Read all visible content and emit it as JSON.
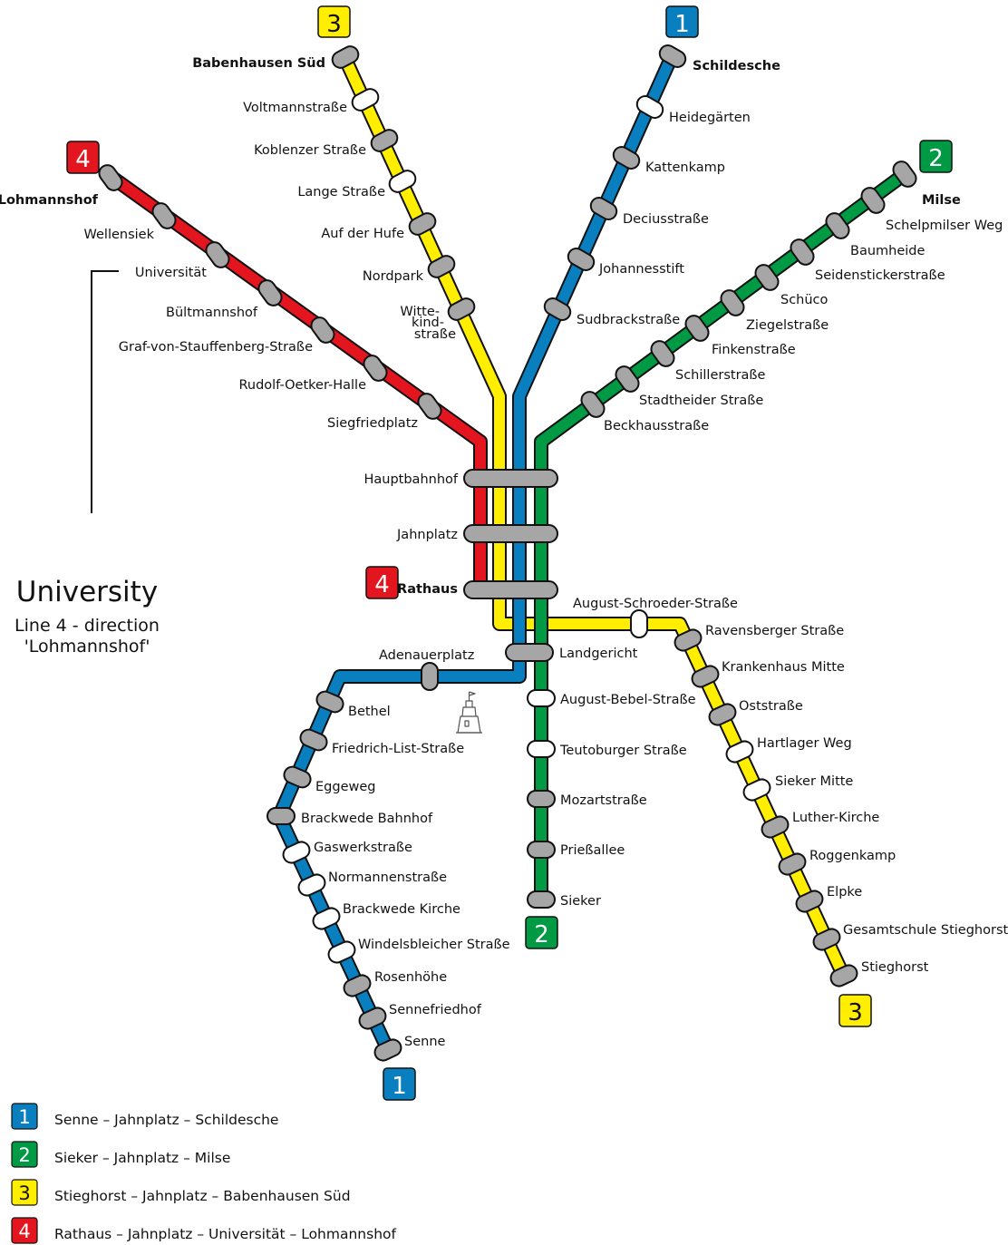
{
  "colors": {
    "line1": "#0a7fbf",
    "line2": "#009a44",
    "line3": "#ffee00",
    "line4": "#e3151f",
    "stop_fill": "#a6a6a6",
    "request_stop_fill": "#ffffff"
  },
  "badges": {
    "line1": "1",
    "line2": "2",
    "line3": "3",
    "line4": "4"
  },
  "stations": {
    "babenhausen_sued": "Babenhausen Süd",
    "voltmannstrasse": "Voltmannstraße",
    "koblenzer_strasse": "Koblenzer Straße",
    "lange_strasse": "Lange Straße",
    "auf_der_hufe": "Auf der Hufe",
    "nordpark": "Nordpark",
    "wittekindstrasse_1": "Witte-",
    "wittekindstrasse_2": "kind-",
    "wittekindstrasse_3": "straße",
    "schildesche": "Schildesche",
    "heidegaerten": "Heidegärten",
    "kattenkamp": "Kattenkamp",
    "deciusstrasse": "Deciusstraße",
    "johannesstift": "Johannesstift",
    "sudbrackstrasse": "Sudbrackstraße",
    "milse": "Milse",
    "schelpmilser_weg": "Schelpmilser Weg",
    "baumheide": "Baumheide",
    "seidenstickerstrasse": "Seidenstickerstraße",
    "schueco": "Schüco",
    "ziegelstrasse": "Ziegelstraße",
    "finkenstrasse": "Finkenstraße",
    "schillerstrasse": "Schillerstraße",
    "stadtheider_strasse": "Stadtheider Straße",
    "beckhausstrasse": "Beckhausstraße",
    "lohmannshof": "Lohmannshof",
    "wellensiek": "Wellensiek",
    "universitaet": "Universität",
    "bueltmannshof": "Bültmannshof",
    "graf_von_stauffenberg": "Graf-von-Stauffenberg-Straße",
    "rudolf_oetker_halle": "Rudolf-Oetker-Halle",
    "siegfriedplatz": "Siegfriedplatz",
    "hauptbahnhof": "Hauptbahnhof",
    "jahnplatz": "Jahnplatz",
    "rathaus": "Rathaus",
    "august_schroeder": "August-Schroeder-Straße",
    "ravensberger": "Ravensberger Straße",
    "krankenhaus_mitte": "Krankenhaus Mitte",
    "oststrasse": "Oststraße",
    "hartlager_weg": "Hartlager Weg",
    "sieker_mitte": "Sieker Mitte",
    "luther_kirche": "Luther-Kirche",
    "roggenkamp": "Roggenkamp",
    "elpke": "Elpke",
    "gesamtschule": "Gesamtschule Stieghorst",
    "stieghorst": "Stieghorst",
    "landgericht": "Landgericht",
    "august_bebel": "August-Bebel-Straße",
    "teutoburger": "Teutoburger Straße",
    "mozartstrasse": "Mozartstraße",
    "priessallee": "Prießallee",
    "sieker": "Sieker",
    "adenauerplatz": "Adenauerplatz",
    "bethel": "Bethel",
    "friedrich_list": "Friedrich-List-Straße",
    "eggeweg": "Eggeweg",
    "brackwede_bahnhof": "Brackwede Bahnhof",
    "gaswerkstrasse": "Gaswerkstraße",
    "normannenstrasse": "Normannenstraße",
    "brackwede_kirche": "Brackwede Kirche",
    "windelsbleicher": "Windelsbleicher Straße",
    "rosenhoehe": "Rosenhöhe",
    "sennefriedhof": "Sennefriedhof",
    "senne": "Senne"
  },
  "annotation": {
    "title": "University",
    "line1": "Line 4 - direction",
    "line2": "'Lohmannshof'"
  },
  "legend": [
    {
      "badge": "1",
      "route": "Senne – Jahnplatz – Schildesche"
    },
    {
      "badge": "2",
      "route": "Sieker – Jahnplatz – Milse"
    },
    {
      "badge": "3",
      "route": "Stieghorst – Jahnplatz – Babenhausen Süd"
    },
    {
      "badge": "4",
      "route": "Rathaus – Jahnplatz – Universität – Lohmannshof"
    }
  ]
}
